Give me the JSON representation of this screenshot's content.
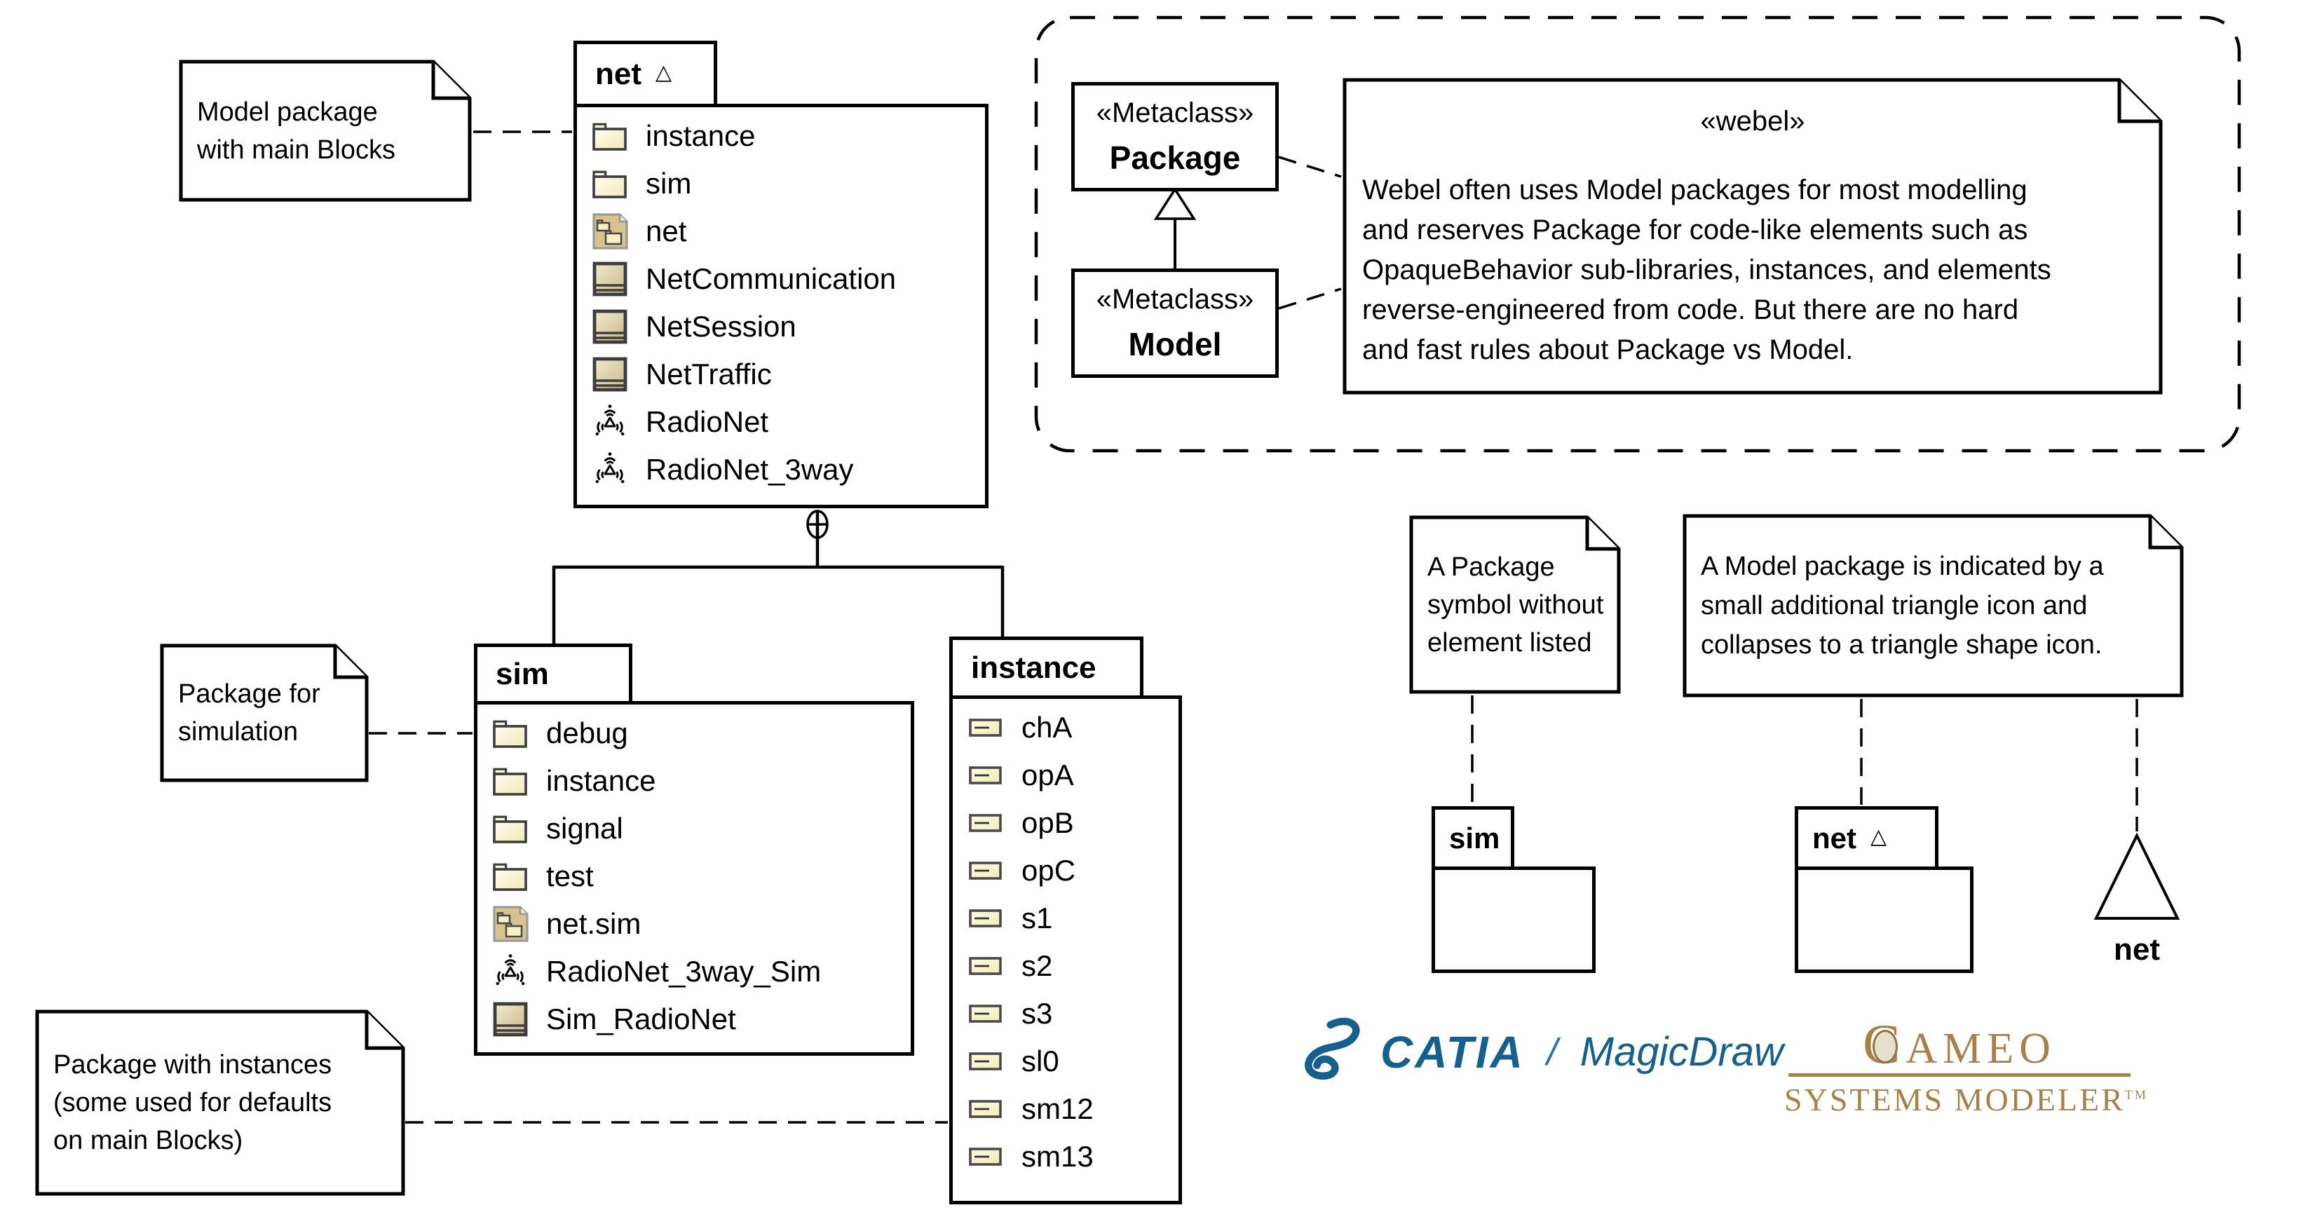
{
  "colors": {
    "line": "#000000",
    "catia_blue": "#15608E",
    "cameo_gold": "#A8814A",
    "folder_fill": "#FAF3CC",
    "block_fill": "#D9C795",
    "package_doc_fill": "#D8C28E"
  },
  "packages": {
    "net": {
      "title": "net",
      "model_triangle": "△",
      "items": [
        {
          "label": "instance",
          "icon": "folder"
        },
        {
          "label": "sim",
          "icon": "folder"
        },
        {
          "label": "net",
          "icon": "package-diagram"
        },
        {
          "label": "NetCommunication",
          "icon": "block"
        },
        {
          "label": "NetSession",
          "icon": "block"
        },
        {
          "label": "NetTraffic",
          "icon": "block"
        },
        {
          "label": "RadioNet",
          "icon": "radio"
        },
        {
          "label": "RadioNet_3way",
          "icon": "radio"
        }
      ]
    },
    "sim": {
      "title": "sim",
      "items": [
        {
          "label": "debug",
          "icon": "folder"
        },
        {
          "label": "instance",
          "icon": "folder"
        },
        {
          "label": "signal",
          "icon": "folder"
        },
        {
          "label": "test",
          "icon": "folder"
        },
        {
          "label": "net.sim",
          "icon": "package-diagram"
        },
        {
          "label": "RadioNet_3way_Sim",
          "icon": "radio"
        },
        {
          "label": "Sim_RadioNet",
          "icon": "block"
        }
      ]
    },
    "instance": {
      "title": "instance",
      "items": [
        {
          "label": "chA",
          "icon": "instance"
        },
        {
          "label": "opA",
          "icon": "instance"
        },
        {
          "label": "opB",
          "icon": "instance"
        },
        {
          "label": "opC",
          "icon": "instance"
        },
        {
          "label": "s1",
          "icon": "instance"
        },
        {
          "label": "s2",
          "icon": "instance"
        },
        {
          "label": "s3",
          "icon": "instance"
        },
        {
          "label": "sl0",
          "icon": "instance"
        },
        {
          "label": "sm12",
          "icon": "instance"
        },
        {
          "label": "sm13",
          "icon": "instance"
        }
      ]
    }
  },
  "metaclasses": {
    "stereotype": "«Metaclass»",
    "package_name": "Package",
    "model_name": "Model"
  },
  "webel_note": {
    "title": "«webel»",
    "lines": [
      "Webel often uses Model packages for most modelling",
      "and reserves Package for code-like elements such as",
      "OpaqueBehavior sub-libraries, instances, and elements",
      "reverse-engineered from code. But there are no hard",
      "and fast rules about Package vs Model."
    ]
  },
  "notes": {
    "model_package": {
      "lines": [
        "Model package",
        "with main Blocks"
      ]
    },
    "simulation": {
      "lines": [
        "Package for",
        "simulation"
      ]
    },
    "instances": {
      "lines": [
        "Package with instances",
        "(some used for defaults",
        "on main Blocks)"
      ]
    },
    "package_symbol": {
      "lines": [
        "A Package",
        "symbol without",
        "element listed"
      ]
    },
    "model_symbol": {
      "lines": [
        "A Model package is indicated by a",
        "small additional triangle icon and",
        "collapses to a triangle shape icon."
      ]
    }
  },
  "mini_symbols": {
    "sim_label": "sim",
    "net_label": "net",
    "net_triangle": "△",
    "triangle_label": "net"
  },
  "logos": {
    "catia": {
      "brand": "CATIA",
      "separator": "/",
      "product": "MagicDraw"
    },
    "cameo": {
      "initial": "C",
      "rest": "AMEO",
      "line2": "SYSTEMS MODELER",
      "tm": "TM"
    }
  }
}
